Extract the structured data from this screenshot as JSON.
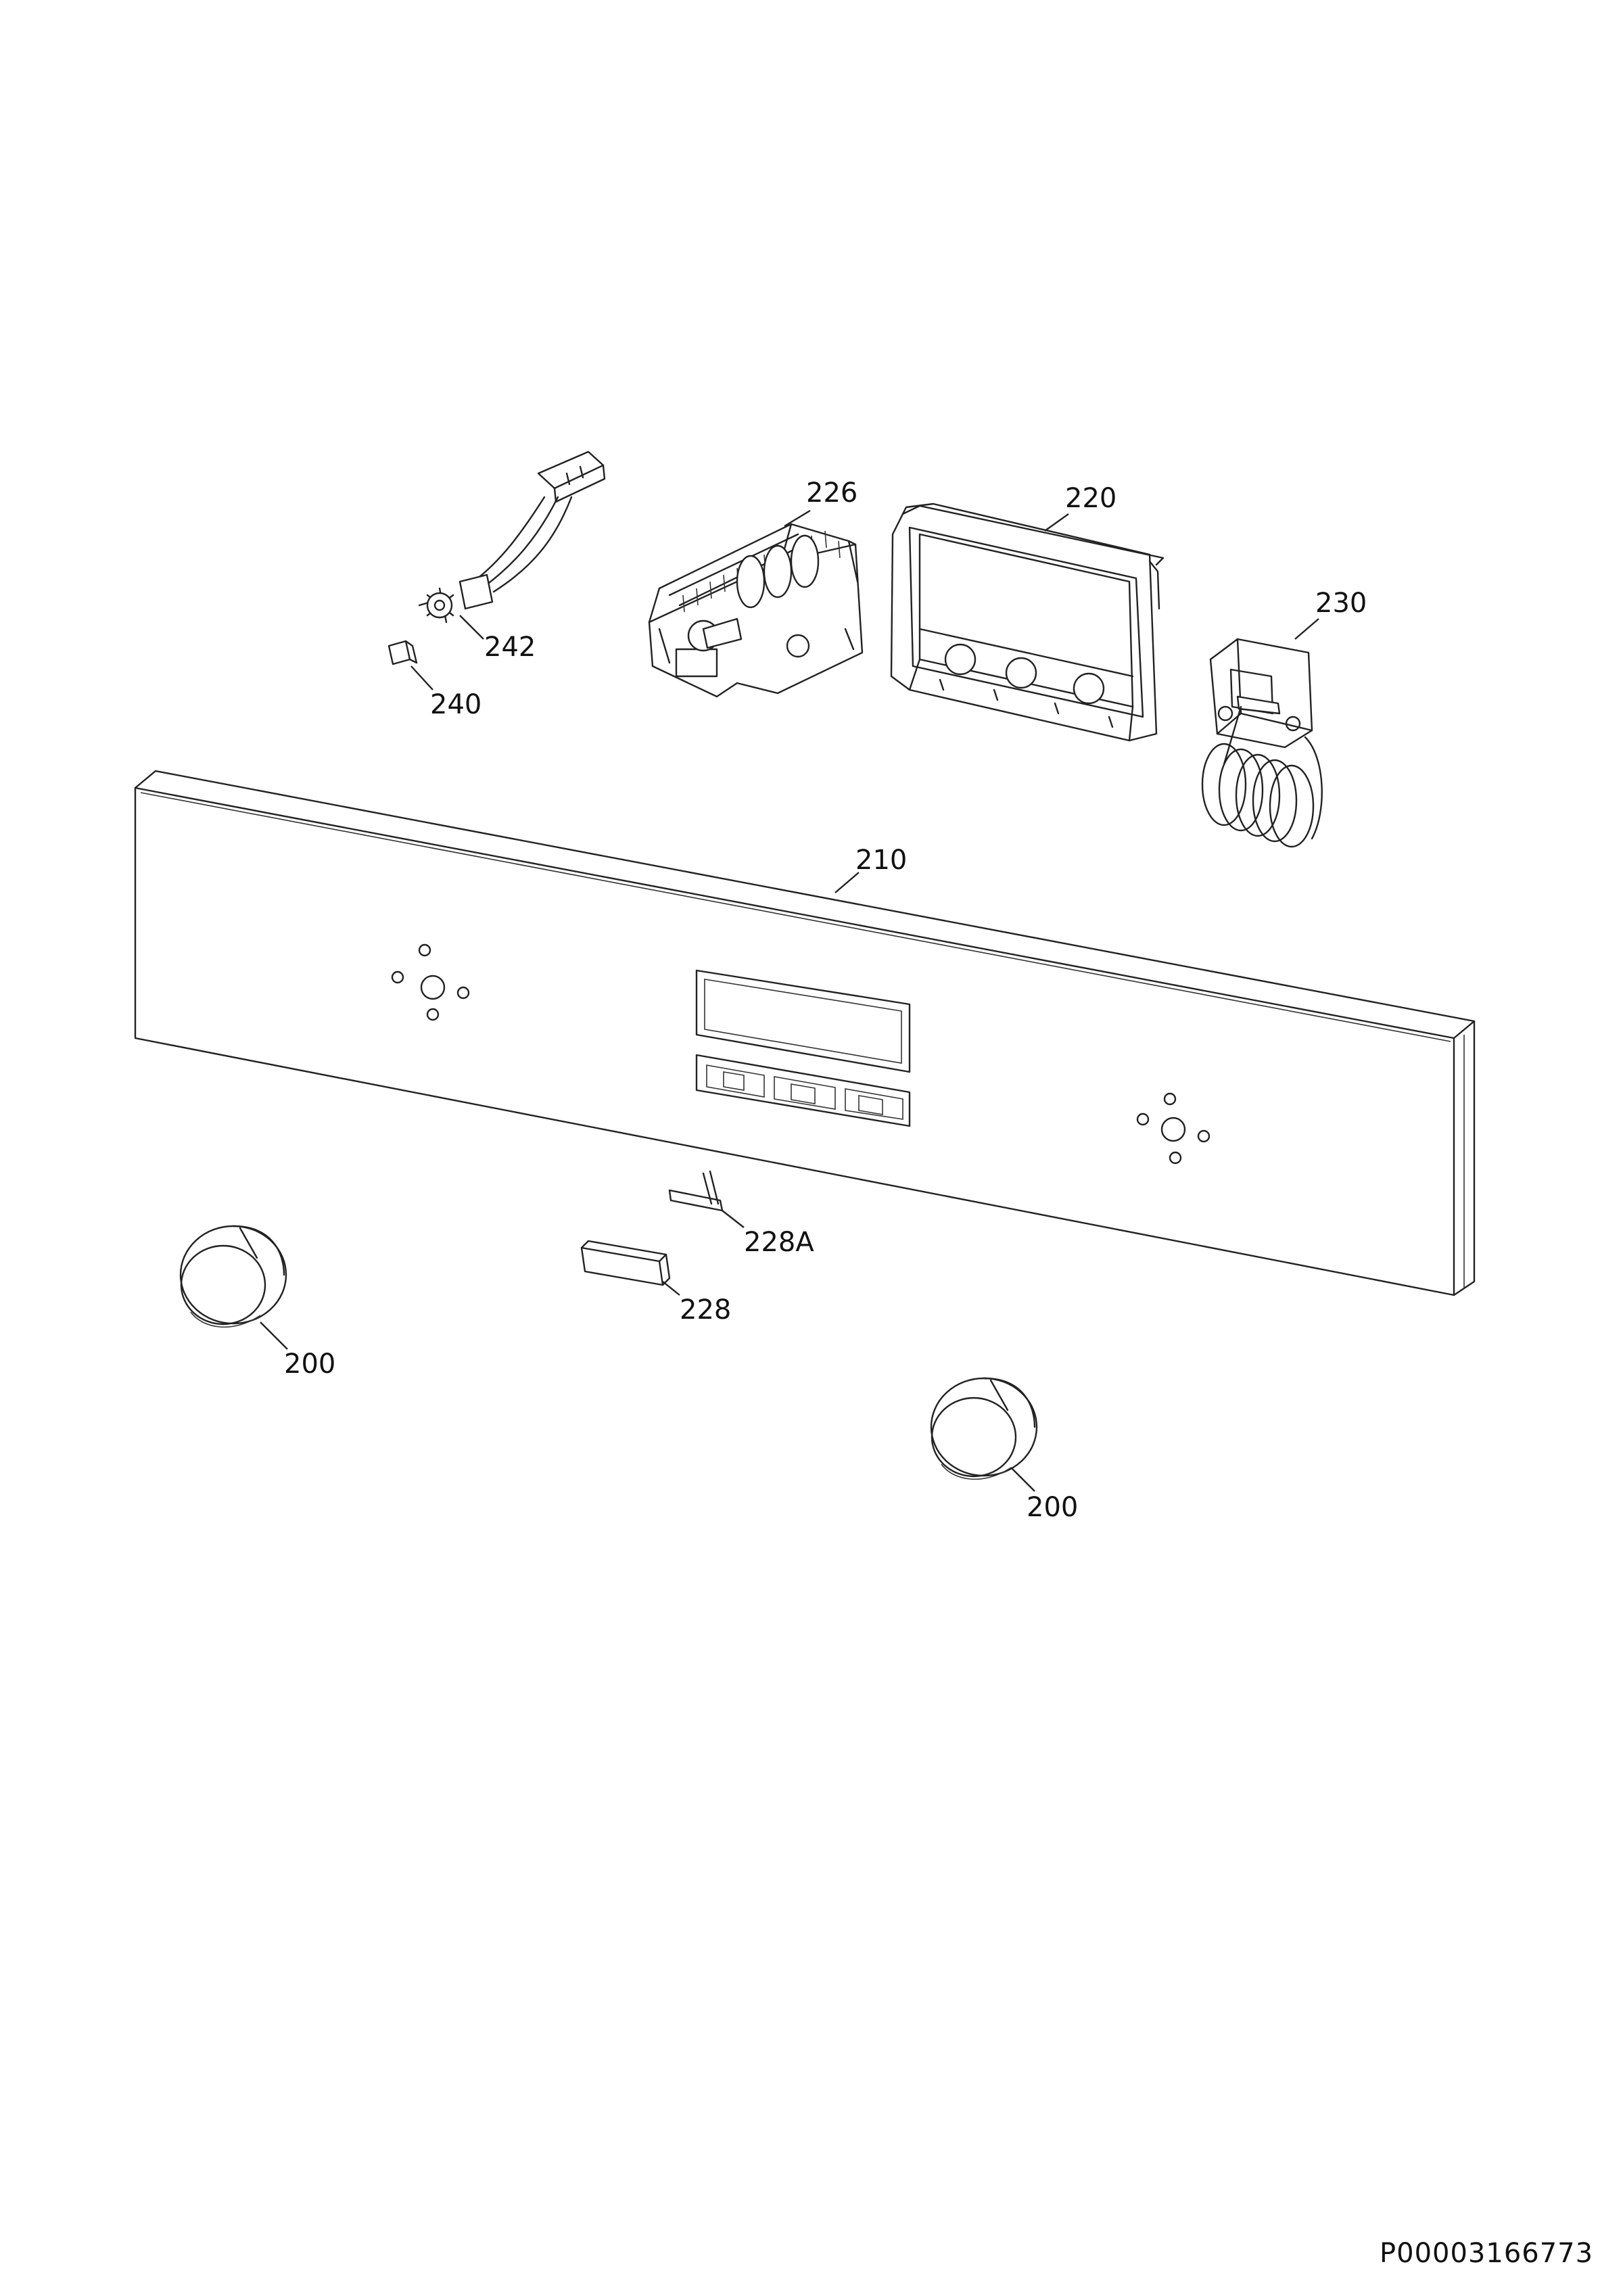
{
  "parts": {
    "p200a": "200",
    "p200b": "200",
    "p210": "210",
    "p220": "220",
    "p226": "226",
    "p228": "228",
    "p228a": "228A",
    "p230": "230",
    "p240": "240",
    "p242": "242"
  },
  "document_id": "P00003166773"
}
